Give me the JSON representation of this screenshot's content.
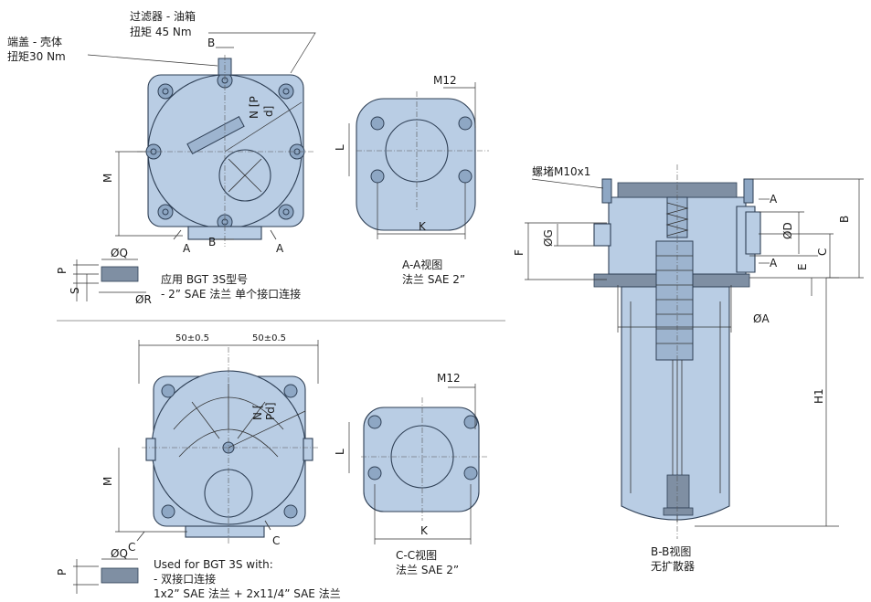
{
  "labels": {
    "filter_tank": "过滤器 - 油箱",
    "torque_45": "扭矩 45 Nm",
    "cover_housing": "端盖 - 壳体",
    "torque_30": "扭矩30 Nm",
    "B": "B",
    "A": "A",
    "C": "C",
    "M": "M",
    "L": "L",
    "K": "K",
    "P": "P",
    "S": "S",
    "F": "F",
    "E": "E",
    "H1": "H1",
    "M12": "M12",
    "OQ": "ØQ",
    "OR": "ØR",
    "OG": "ØG",
    "OD": "ØD",
    "OA": "ØA",
    "NP": "N [P",
    "dl": "d]",
    "NPd2": "N [",
    "Pd2": "Pd]",
    "app_line1": "应用 BGT 3S型号",
    "app_line2": "- 2” SAE 法兰 单个接口连接",
    "view_aa": "A-A视图",
    "flange_aa": "法兰 SAE 2”",
    "dim_50a": "50±0.5",
    "dim_50b": "50±0.5",
    "used_line1": "Used for BGT 3S with:",
    "used_line2": "- 双接口连接",
    "used_line3": "1x2” SAE 法兰 + 2x11/4” SAE 法兰",
    "view_cc": "C-C视图",
    "flange_cc": "法兰 SAE 2”",
    "plug": "螺堵M10x1",
    "view_bb": "B-B视图",
    "no_diffuser": "无扩散器"
  },
  "colors": {
    "body": "#b9cde4",
    "outline": "#2e3f55",
    "text": "#1a1a1a"
  }
}
